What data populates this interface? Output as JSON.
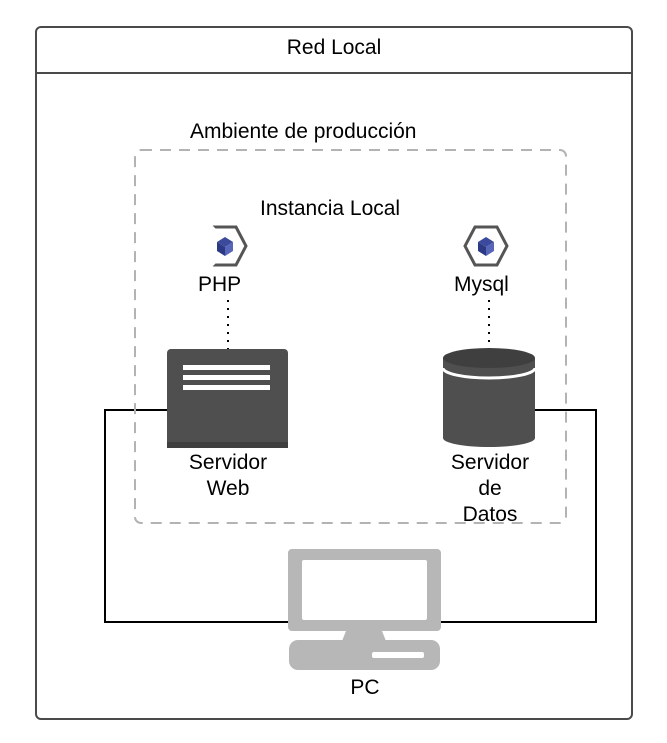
{
  "diagram": {
    "outer_title": "Red Local",
    "environment_label": "Ambiente de producción",
    "instance_label": "Instancia Local",
    "php_label": "PHP",
    "mysql_label": "Mysql",
    "web_server_line1": "Servidor",
    "web_server_line2": "Web",
    "db_server_line1": "Servidor",
    "db_server_line2": "de",
    "db_server_line3": "Datos",
    "pc_label": "PC"
  },
  "colors": {
    "server_fill": "#4f4f4f",
    "pc_fill": "#b7b7b7",
    "icon_accent": "#3b4a9c",
    "dashed_border": "#b3b3b3"
  }
}
